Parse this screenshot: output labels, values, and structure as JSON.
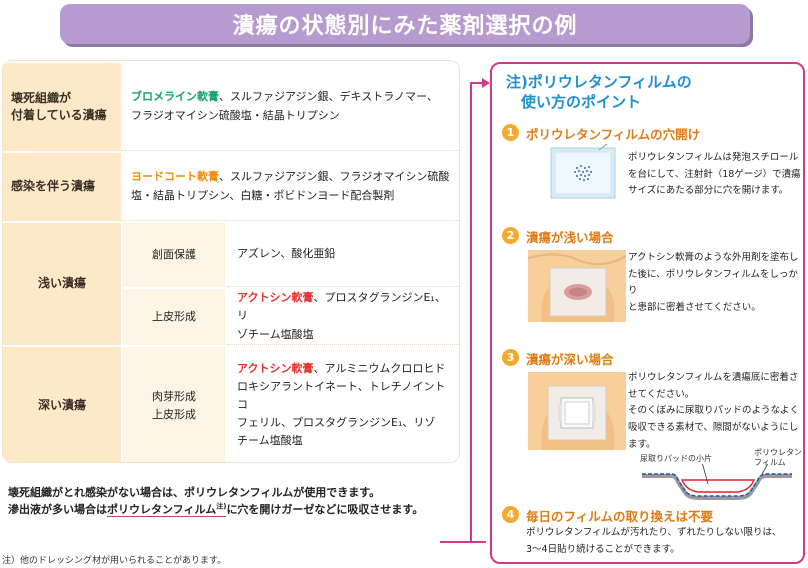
{
  "title": "潰瘍の状態別にみた薬剤選択の例",
  "table": {
    "row1": {
      "category": "壊死組織が\n付着している潰瘍",
      "highlight": "ブロメライン軟膏",
      "rest_line1": "、スルファジアジン銀、デキストラノマー、",
      "line2": "フラジオマイシン硫酸塩・結晶トリプシン"
    },
    "row2": {
      "category": "感染を伴う潰瘍",
      "highlight": "ヨードコート軟膏",
      "rest_line1": "、スルファジアジン銀、フラジオマイシン硫酸",
      "line2": "塩・結晶トリプシン、白糖・ポビドンヨード配合製剤"
    },
    "row3": {
      "category": "浅い潰瘍",
      "sub1": "創面保護",
      "val1": "アズレン、酸化亜鉛",
      "sub2": "上皮形成",
      "val2_highlight": "アクトシン軟膏",
      "val2_rest_line1": "、プロスタグランジンE₁、リ",
      "val2_line2": "ゾチーム塩酸塩"
    },
    "row4": {
      "category": "深い潰瘍",
      "sub": "肉芽形成\n上皮形成",
      "highlight": "アクトシン軟膏",
      "rest_line1": "、アルミニウムクロロヒド",
      "line2": "ロキシアラントイネート、トレチノイントコ",
      "line3": "フェリル、プロスタグランジンE₁、リゾ",
      "line4": "チーム塩酸塩"
    }
  },
  "note": {
    "line1": "壊死組織がとれ感染がない場合は、ポリウレタンフィルムが使用できます。",
    "line2_pre": "滲出液が多い場合は",
    "line2_underlined": "ポリウレタンフィルム",
    "line2_sup": "注)",
    "line2_post": "に穴を開けガーゼなどに吸収させます。"
  },
  "footnote": "注）他のドレッシング材が用いられることがあります。",
  "panel": {
    "title": "注)ポリウレタンフィルムの\n　使い方のポイント",
    "steps": [
      {
        "num": "1",
        "title": "ポリウレタンフィルムの穴開け",
        "text": [
          "ポリウレタンフィルムは発泡スチロール",
          "を台にして、注射針（18ゲージ）で潰瘍",
          "サイズにあたる部分に穴を開けます。"
        ]
      },
      {
        "num": "2",
        "title": "潰瘍が浅い場合",
        "text": [
          "アクトシン軟膏のような外用剤を塗布し",
          "た後に、ポリウレタンフィルムをしっかり",
          "と患部に密着させてください。"
        ]
      },
      {
        "num": "3",
        "title": "潰瘍が深い場合",
        "text": [
          "ポリウレタンフィルムを潰瘍底に密着さ",
          "せてください。",
          "そのくぼみに尿取りパッドのようなよく",
          "吸収できる素材で、隙間がないようにし",
          "ます。"
        ]
      },
      {
        "num": "4",
        "title": "毎日のフィルムの取り換えは不要",
        "text": [
          "ポリウレタンフィルムが汚れたり、ずれたりしない限りは、",
          "3〜4日貼り続けることができます。"
        ]
      }
    ],
    "diagram_labels": {
      "pad": "尿取りパッドの小片",
      "film": "ポリウレタン\nフィルム"
    }
  }
}
